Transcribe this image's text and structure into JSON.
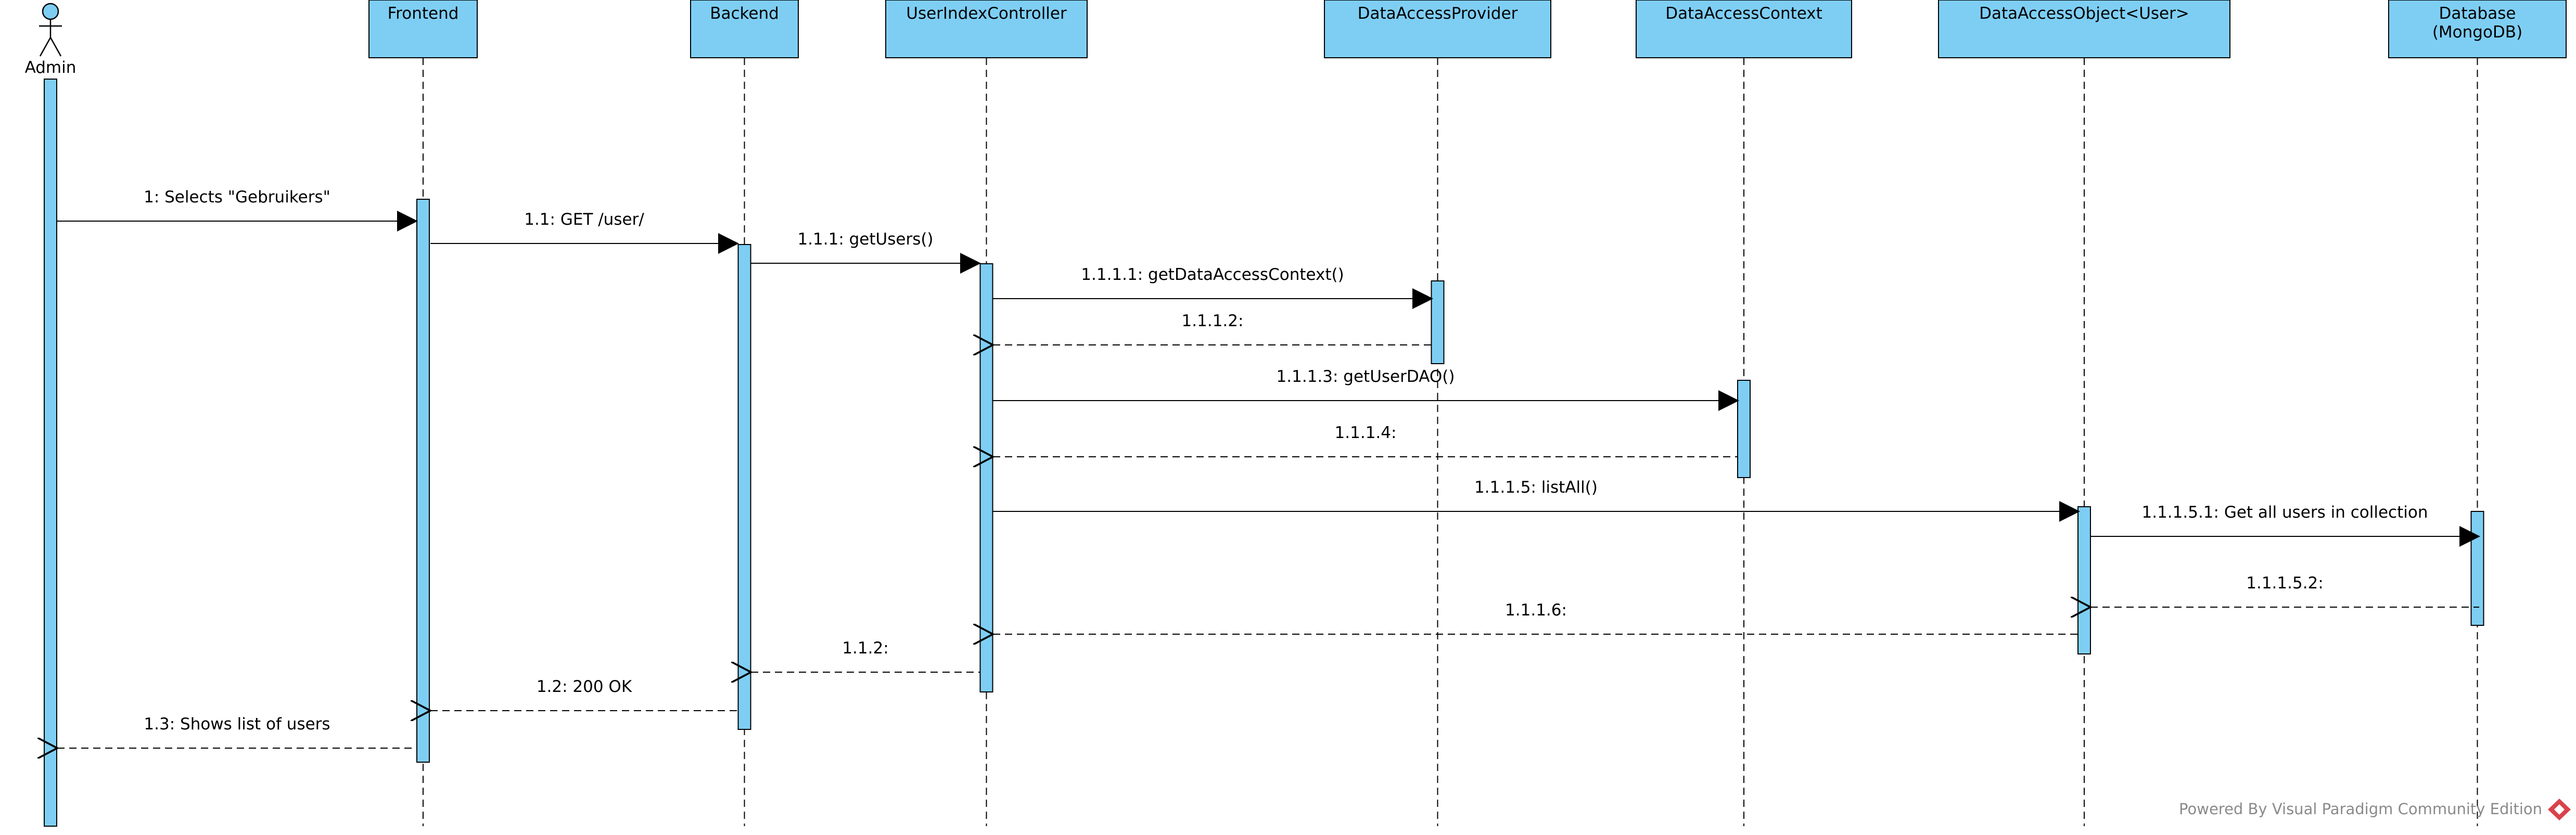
{
  "colors": {
    "fill": "#7ecef4",
    "stroke": "#000000",
    "text": "#000000",
    "watermark": "#8a8a8a",
    "logo": "#d9434b"
  },
  "actor": {
    "name": "Admin",
    "icon": "stick-figure-actor-icon"
  },
  "participants": [
    {
      "id": "frontend",
      "label": "Frontend"
    },
    {
      "id": "backend",
      "label": "Backend"
    },
    {
      "id": "userindexcontroller",
      "label": "UserIndexController"
    },
    {
      "id": "dataaccessprovider",
      "label": "DataAccessProvider"
    },
    {
      "id": "dataaccesscontext",
      "label": "DataAccessContext"
    },
    {
      "id": "dataaccessobject",
      "label": "DataAccessObject<User>"
    },
    {
      "id": "database",
      "label": "Database\n(MongoDB)"
    }
  ],
  "messages": [
    {
      "id": "m1",
      "label": "1: Selects \"Gebruikers\"",
      "from": "admin",
      "to": "frontend",
      "kind": "call"
    },
    {
      "id": "m1_1",
      "label": "1.1: GET /user/",
      "from": "frontend",
      "to": "backend",
      "kind": "call"
    },
    {
      "id": "m1_1_1",
      "label": "1.1.1: getUsers()",
      "from": "backend",
      "to": "userindexcontroller",
      "kind": "call"
    },
    {
      "id": "m1_1_1_1",
      "label": "1.1.1.1: getDataAccessContext()",
      "from": "userindexcontroller",
      "to": "dataaccessprovider",
      "kind": "call"
    },
    {
      "id": "m1_1_1_2",
      "label": "1.1.1.2:",
      "from": "dataaccessprovider",
      "to": "userindexcontroller",
      "kind": "return"
    },
    {
      "id": "m1_1_1_3",
      "label": "1.1.1.3: getUserDAO()",
      "from": "userindexcontroller",
      "to": "dataaccesscontext",
      "kind": "call"
    },
    {
      "id": "m1_1_1_4",
      "label": "1.1.1.4:",
      "from": "dataaccesscontext",
      "to": "userindexcontroller",
      "kind": "return"
    },
    {
      "id": "m1_1_1_5",
      "label": "1.1.1.5: listAll()",
      "from": "userindexcontroller",
      "to": "dataaccessobject",
      "kind": "call"
    },
    {
      "id": "m1_1_1_5_1",
      "label": "1.1.1.5.1: Get all users in collection",
      "from": "dataaccessobject",
      "to": "database",
      "kind": "call"
    },
    {
      "id": "m1_1_1_5_2",
      "label": "1.1.1.5.2:",
      "from": "database",
      "to": "dataaccessobject",
      "kind": "return"
    },
    {
      "id": "m1_1_1_6",
      "label": "1.1.1.6:",
      "from": "dataaccessobject",
      "to": "userindexcontroller",
      "kind": "return"
    },
    {
      "id": "m1_1_2",
      "label": "1.1.2:",
      "from": "userindexcontroller",
      "to": "backend",
      "kind": "return"
    },
    {
      "id": "m1_2",
      "label": "1.2: 200 OK",
      "from": "backend",
      "to": "frontend",
      "kind": "return"
    },
    {
      "id": "m1_3",
      "label": "1.3: Shows list of users",
      "from": "frontend",
      "to": "admin",
      "kind": "return"
    }
  ],
  "watermark": {
    "text": "Powered By Visual Paradigm Community Edition",
    "icon": "visual-paradigm-logo-icon"
  }
}
